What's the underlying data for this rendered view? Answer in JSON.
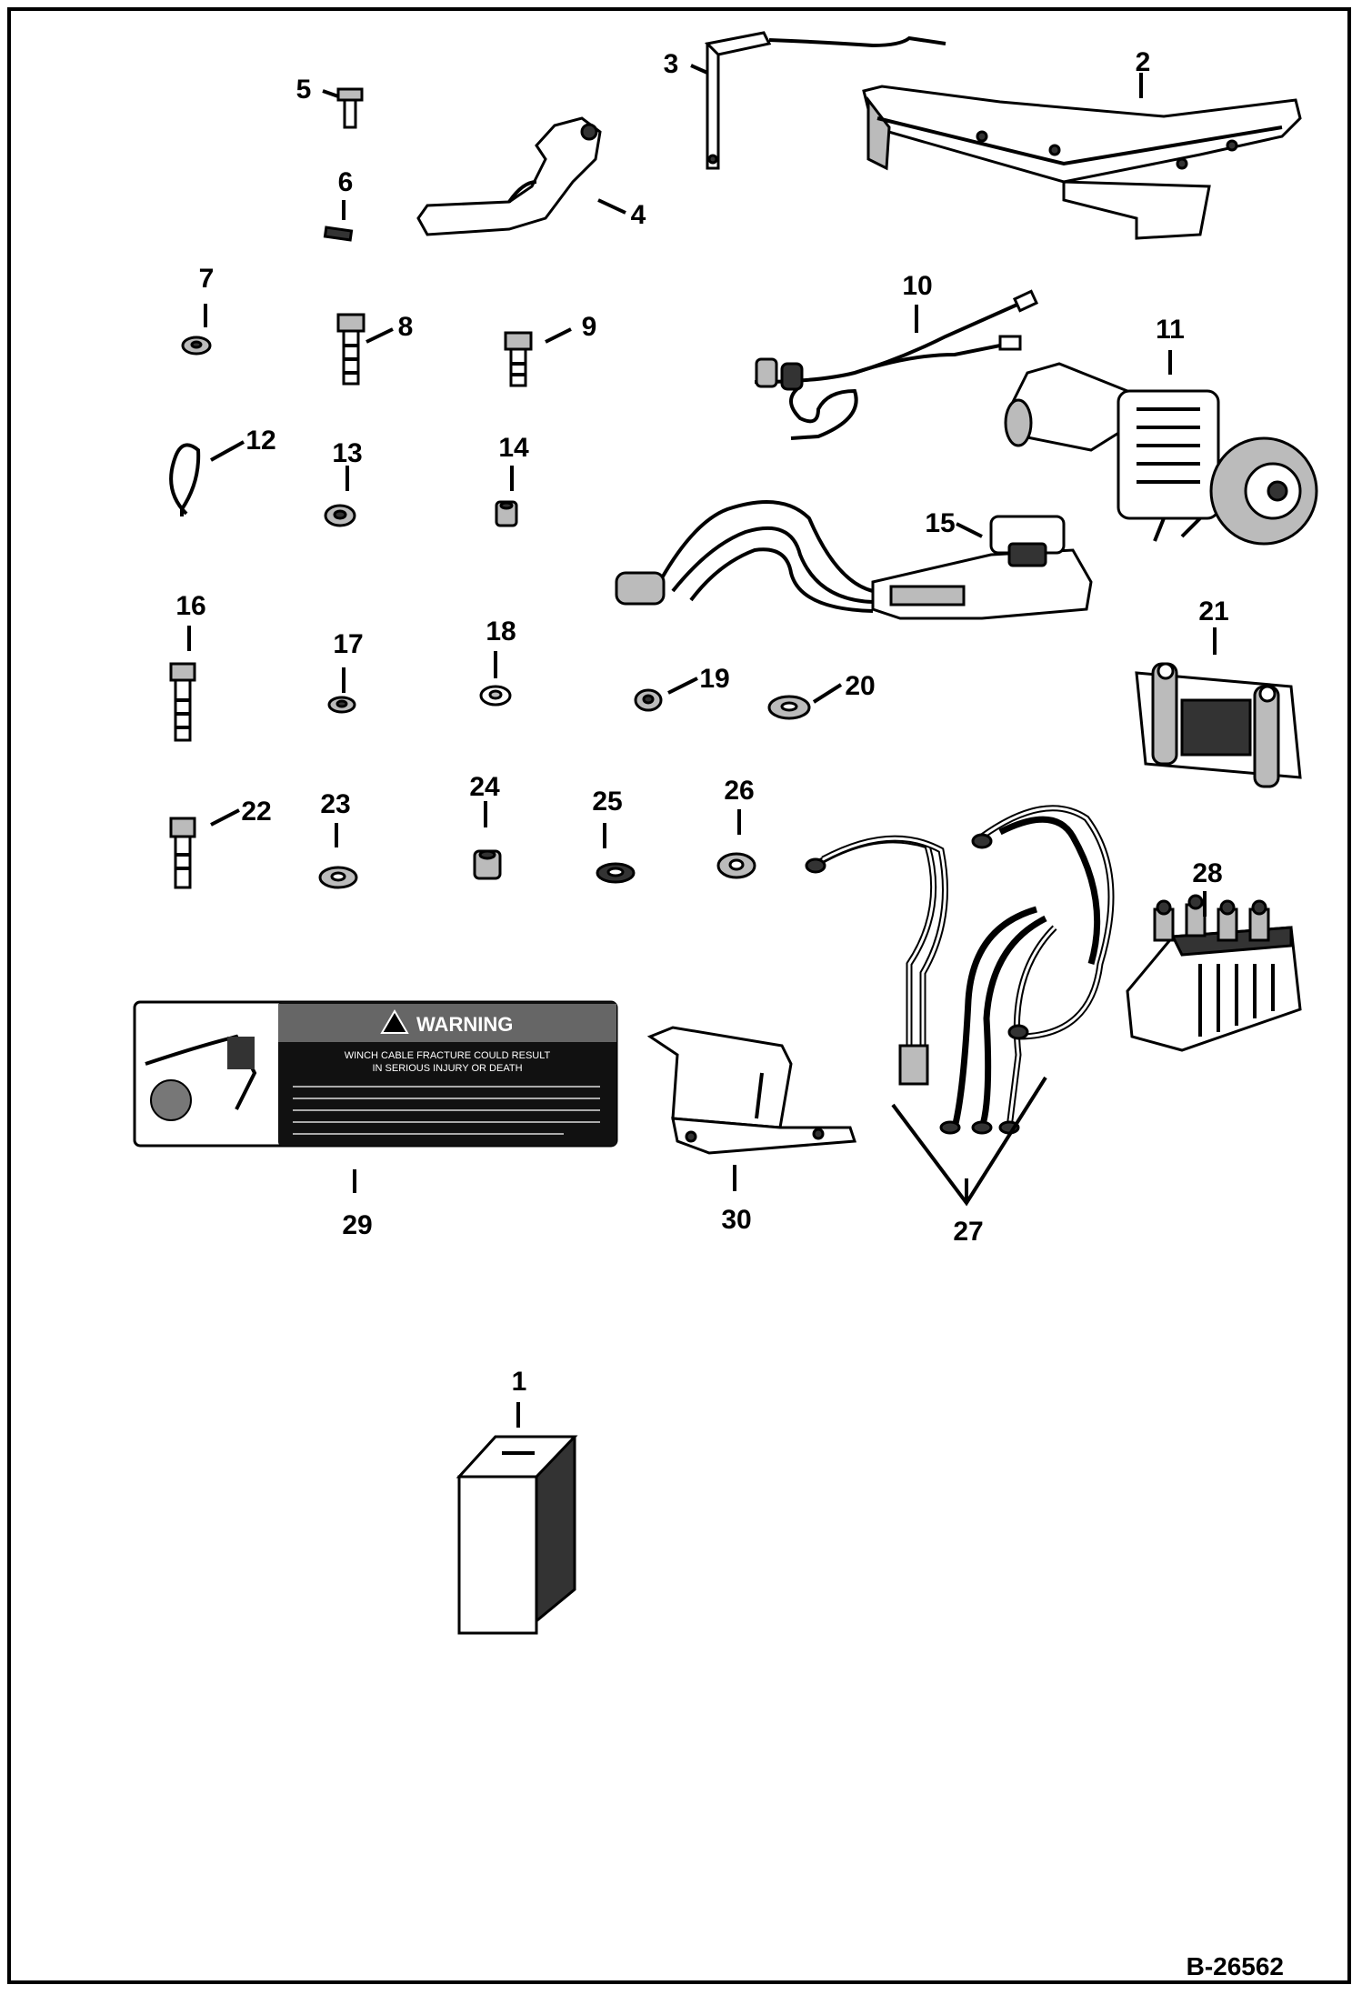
{
  "figure_id": "B-26562",
  "callouts": [
    "1",
    "2",
    "3",
    "4",
    "5",
    "6",
    "7",
    "8",
    "9",
    "10",
    "11",
    "12",
    "13",
    "14",
    "15",
    "16",
    "17",
    "18",
    "19",
    "20",
    "21",
    "22",
    "23",
    "24",
    "25",
    "26",
    "27",
    "28",
    "29",
    "30"
  ],
  "decal": {
    "heading": "WARNING",
    "line1": "WINCH CABLE FRACTURE COULD RESULT",
    "line2": "IN SERIOUS INJURY OR DEATH"
  }
}
